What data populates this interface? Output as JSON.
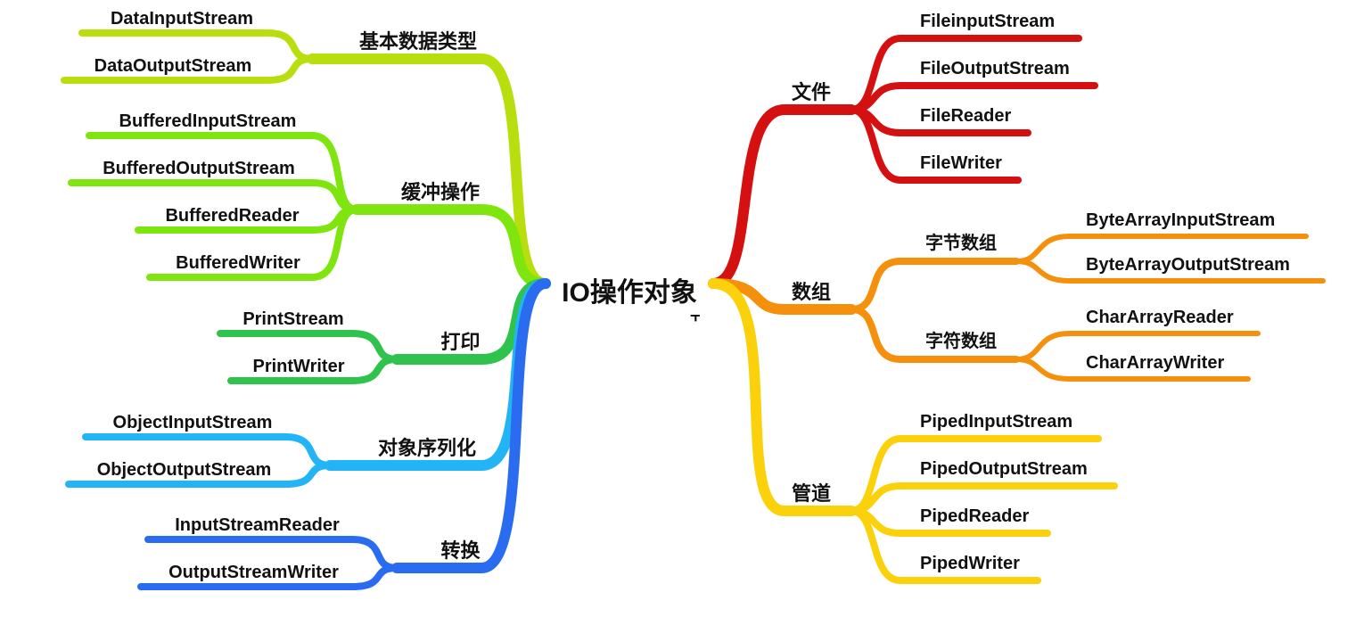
{
  "root": {
    "label": "IO操作对象",
    "marker": "⫟"
  },
  "left": [
    {
      "label": "基本数据类型",
      "color": "#b9de0d",
      "items": [
        "DataInputStream",
        "DataOutputStream"
      ]
    },
    {
      "label": "缓冲操作",
      "color": "#7fe50e",
      "items": [
        "BufferedInputStream",
        "BufferedOutputStream",
        "BufferedReader",
        "BufferedWriter"
      ]
    },
    {
      "label": "打印",
      "color": "#2fc24c",
      "items": [
        "PrintStream",
        "PrintWriter"
      ]
    },
    {
      "label": "对象序列化",
      "color": "#23b4f5",
      "items": [
        "ObjectInputStream",
        "ObjectOutputStream"
      ]
    },
    {
      "label": "转换",
      "color": "#2a6cf0",
      "items": [
        "InputStreamReader",
        "OutputStreamWriter"
      ]
    }
  ],
  "right": [
    {
      "label": "文件",
      "color": "#d41010",
      "items": [
        "FileinputStream",
        "FileOutputStream",
        "FileReader",
        "FileWriter"
      ]
    },
    {
      "label": "数组",
      "color": "#f5900d",
      "subgroups": [
        {
          "label": "字节数组",
          "items": [
            "ByteArrayInputStream",
            "ByteArrayOutputStream"
          ]
        },
        {
          "label": "字符数组",
          "items": [
            "CharArrayReader",
            "CharArrayWriter"
          ]
        }
      ]
    },
    {
      "label": "管道",
      "color": "#fad10a",
      "items": [
        "PipedInputStream",
        "PipedOutputStream",
        "PipedReader",
        "PipedWriter"
      ]
    }
  ]
}
